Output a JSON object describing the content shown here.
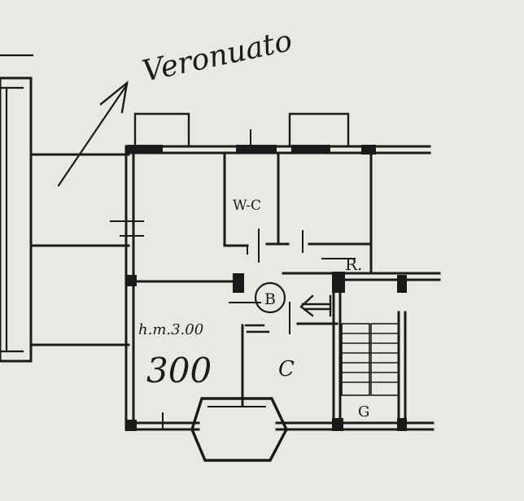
{
  "annotations": {
    "veranda_note": "Veronuato",
    "wc_label": "W-C",
    "r_label": "R.",
    "b_label": "B",
    "height_note": "h.m.3.00",
    "height_value": "300",
    "c_label": "C",
    "g_label": "G"
  },
  "colors": {
    "paper": "#e9e8e2",
    "ink": "#1a1a1a"
  },
  "icons": {
    "arrow": "arrow-up-right-icon",
    "entry_arrow": "arrow-left-icon",
    "stairs": "staircase-icon"
  }
}
